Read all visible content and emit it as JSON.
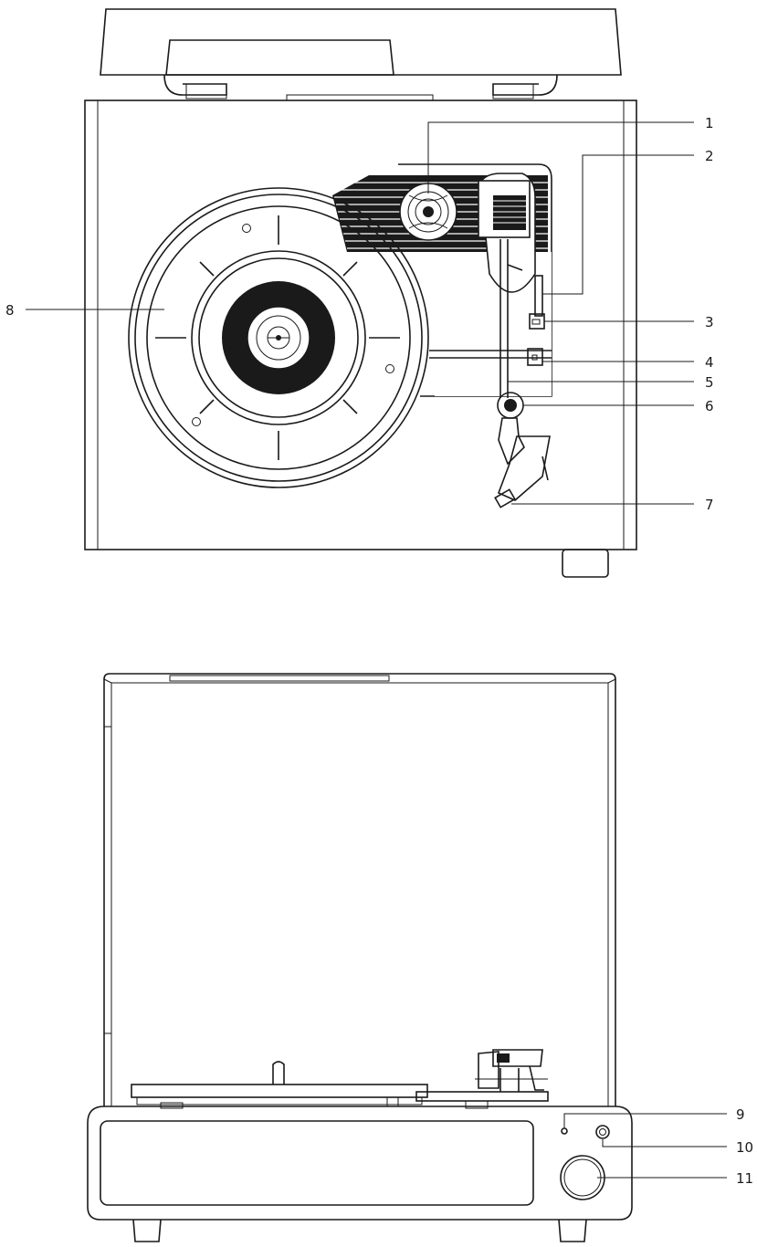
{
  "diagram": {
    "top_view": {
      "callouts": [
        {
          "id": "callout-1",
          "label": "1"
        },
        {
          "id": "callout-2",
          "label": "2"
        },
        {
          "id": "callout-3",
          "label": "3"
        },
        {
          "id": "callout-4",
          "label": "4"
        },
        {
          "id": "callout-5",
          "label": "5"
        },
        {
          "id": "callout-6",
          "label": "6"
        },
        {
          "id": "callout-7",
          "label": "7"
        },
        {
          "id": "callout-8",
          "label": "8"
        }
      ]
    },
    "front_view": {
      "callouts": [
        {
          "id": "callout-9",
          "label": "9"
        },
        {
          "id": "callout-10",
          "label": "10"
        },
        {
          "id": "callout-11",
          "label": "11"
        }
      ]
    }
  },
  "colors": {
    "ink": "#1a1a1a",
    "fill_dark": "#1a1a1a",
    "background": "#ffffff"
  },
  "icons": [
    "turntable-top-view",
    "turntable-front-view"
  ]
}
